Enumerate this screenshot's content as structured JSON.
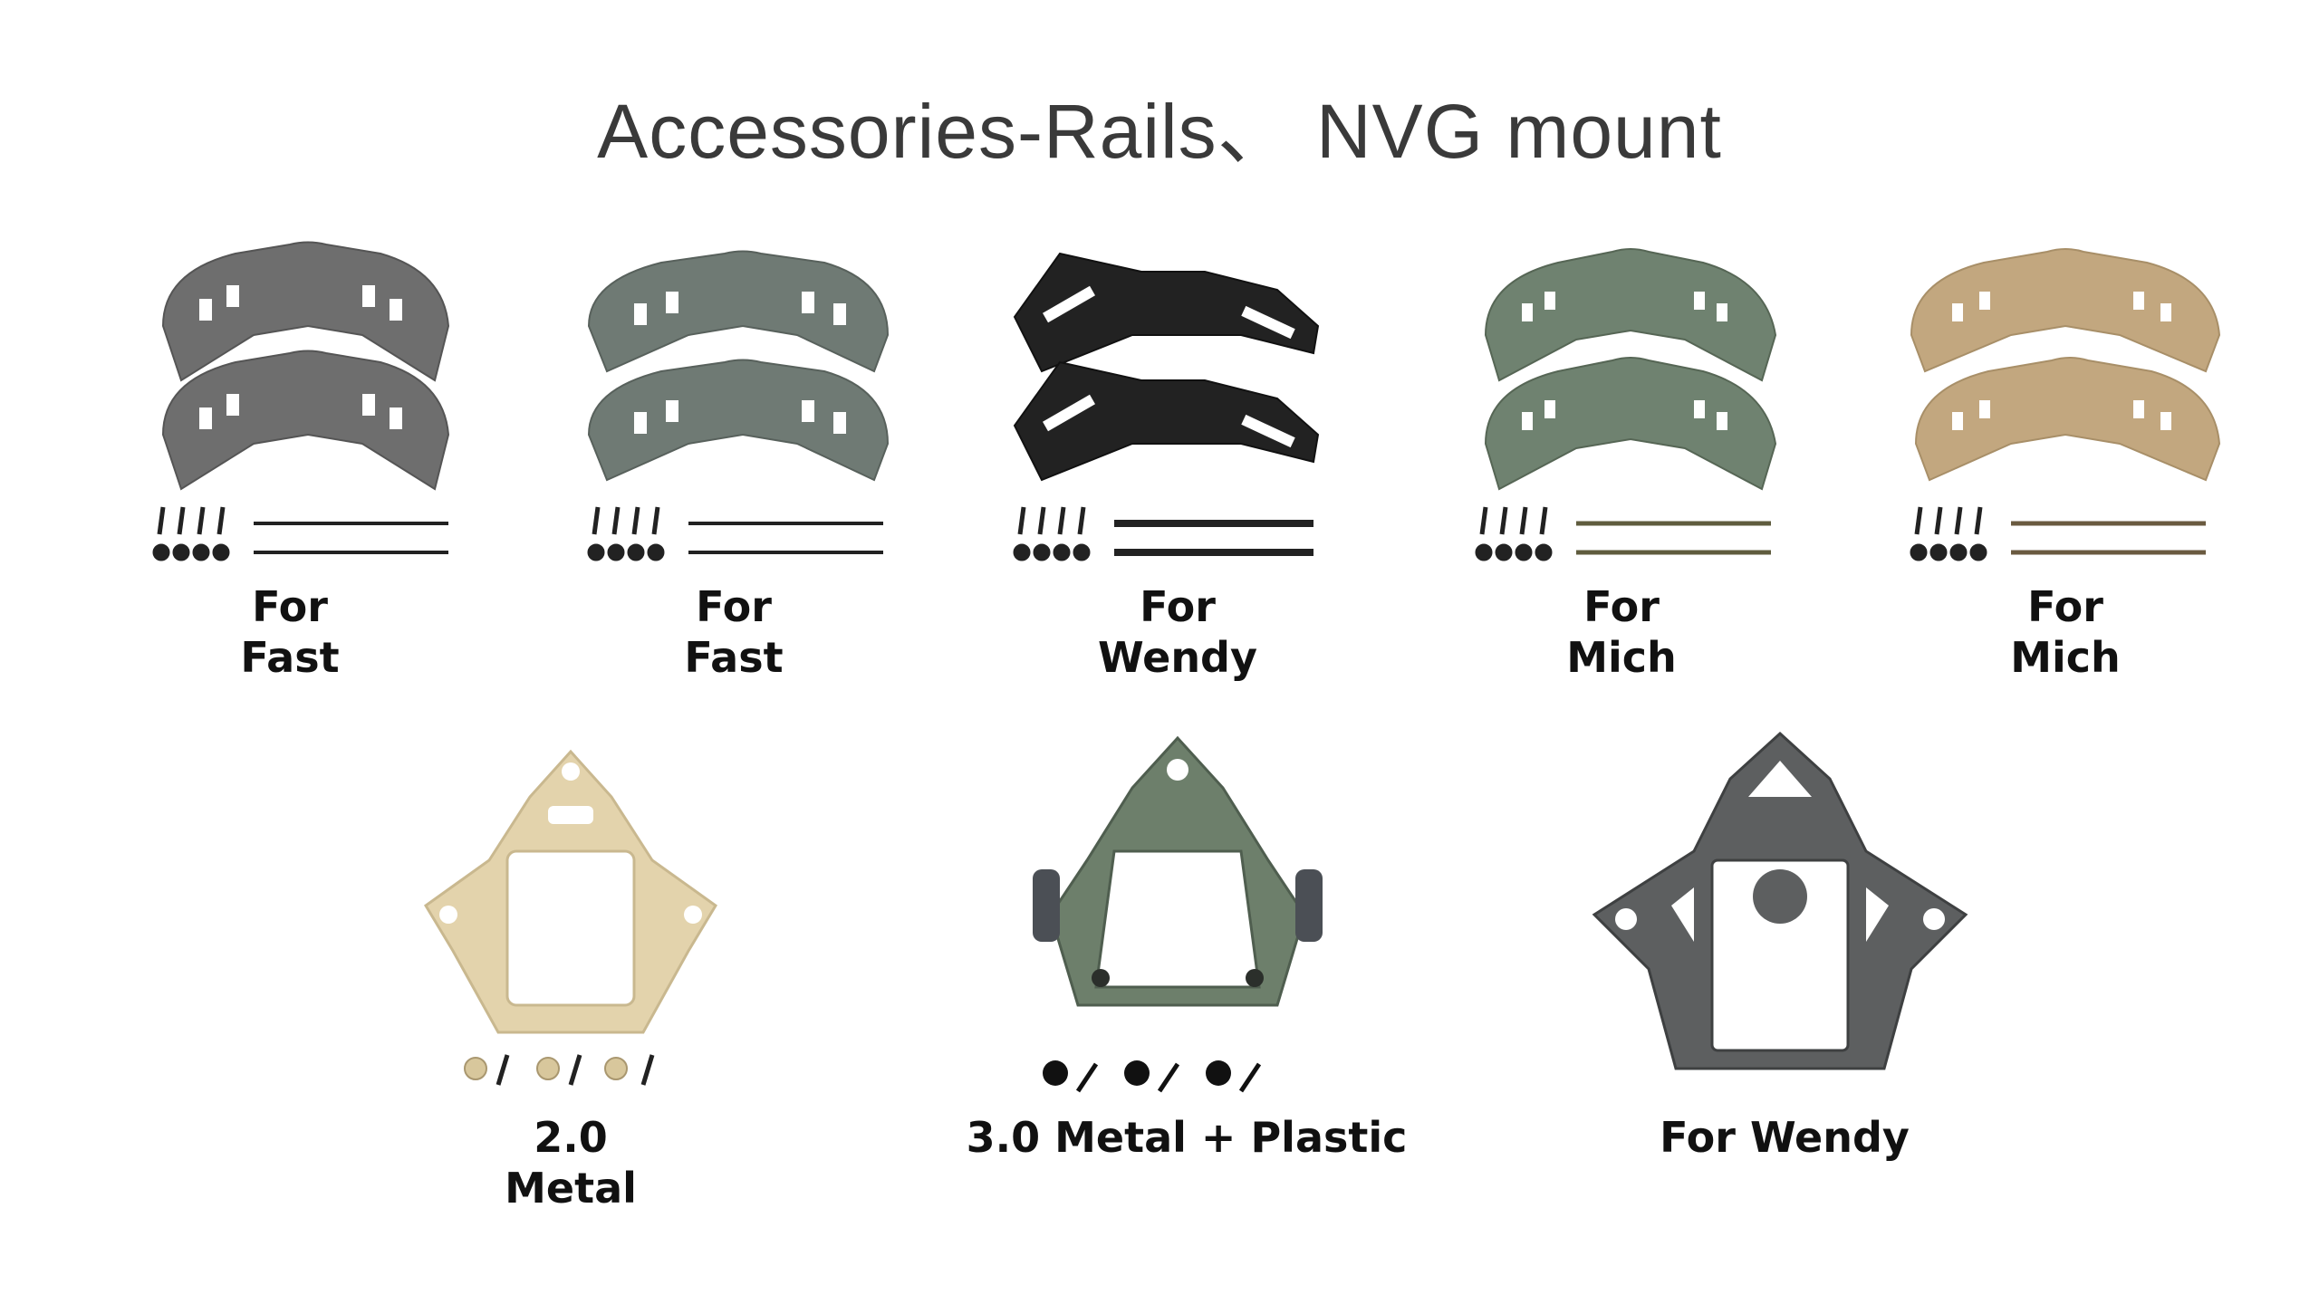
{
  "title": "Accessories-Rails、  NVG mount",
  "colors": {
    "rail_grey": "#6e6e6e",
    "rail_fg_grey": "#6f7a74",
    "rail_black": "#222222",
    "rail_green": "#6f8270",
    "rail_tan": "#c2a77f",
    "mount_tan": "#e3d3ac",
    "mount_green": "#6d7f6b",
    "mount_grey": "#5d5f60"
  },
  "rails": [
    {
      "line1": "For",
      "line2": "Fast"
    },
    {
      "line1": "For",
      "line2": "Fast"
    },
    {
      "line1": "For",
      "line2": "Wendy"
    },
    {
      "line1": "For",
      "line2": "Mich"
    },
    {
      "line1": "For",
      "line2": "Mich"
    }
  ],
  "mounts": [
    {
      "line1": "2.0",
      "line2": "Metal"
    },
    {
      "line1": "3.0 Metal + Plastic",
      "line2": ""
    },
    {
      "line1": "For Wendy",
      "line2": ""
    }
  ]
}
